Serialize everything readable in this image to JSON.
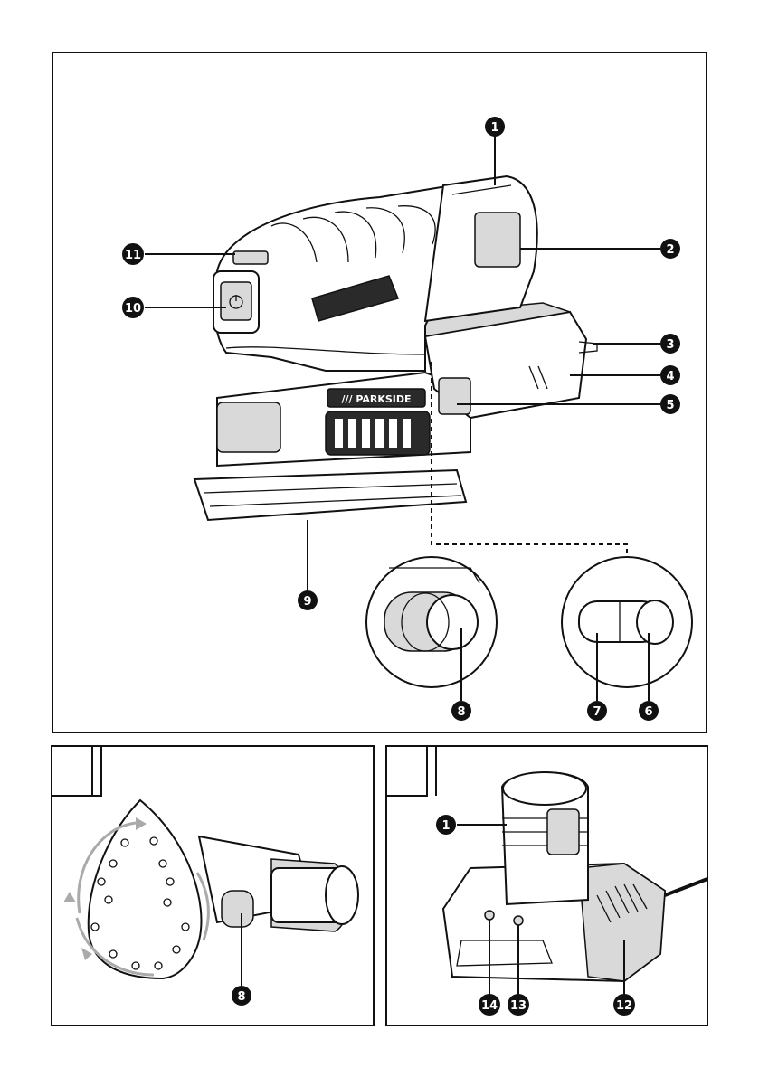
{
  "brand_text": "/// PARKSIDE",
  "main_figure": {
    "callouts": [
      {
        "id": "callout-1",
        "label": "1"
      },
      {
        "id": "callout-2",
        "label": "2"
      },
      {
        "id": "callout-3",
        "label": "3"
      },
      {
        "id": "callout-4",
        "label": "4"
      },
      {
        "id": "callout-5",
        "label": "5"
      },
      {
        "id": "callout-6",
        "label": "6"
      },
      {
        "id": "callout-7",
        "label": "7"
      },
      {
        "id": "callout-8",
        "label": "8"
      },
      {
        "id": "callout-9",
        "label": "9"
      },
      {
        "id": "callout-10",
        "label": "10"
      },
      {
        "id": "callout-11",
        "label": "11"
      }
    ]
  },
  "figure_a": {
    "tab_label": "",
    "callouts": [
      {
        "id": "a-callout-8",
        "label": "8"
      }
    ]
  },
  "figure_b": {
    "tab_label": "",
    "callouts": [
      {
        "id": "b-callout-1",
        "label": "1"
      },
      {
        "id": "b-callout-14",
        "label": "14"
      },
      {
        "id": "b-callout-13",
        "label": "13"
      },
      {
        "id": "b-callout-12",
        "label": "12"
      }
    ]
  },
  "icons": {
    "power": "power-icon",
    "rotate_arrows": "rotation-arrow-icon"
  },
  "colors": {
    "line": "#111111",
    "callout_fill": "#111111",
    "callout_text": "#ffffff"
  }
}
